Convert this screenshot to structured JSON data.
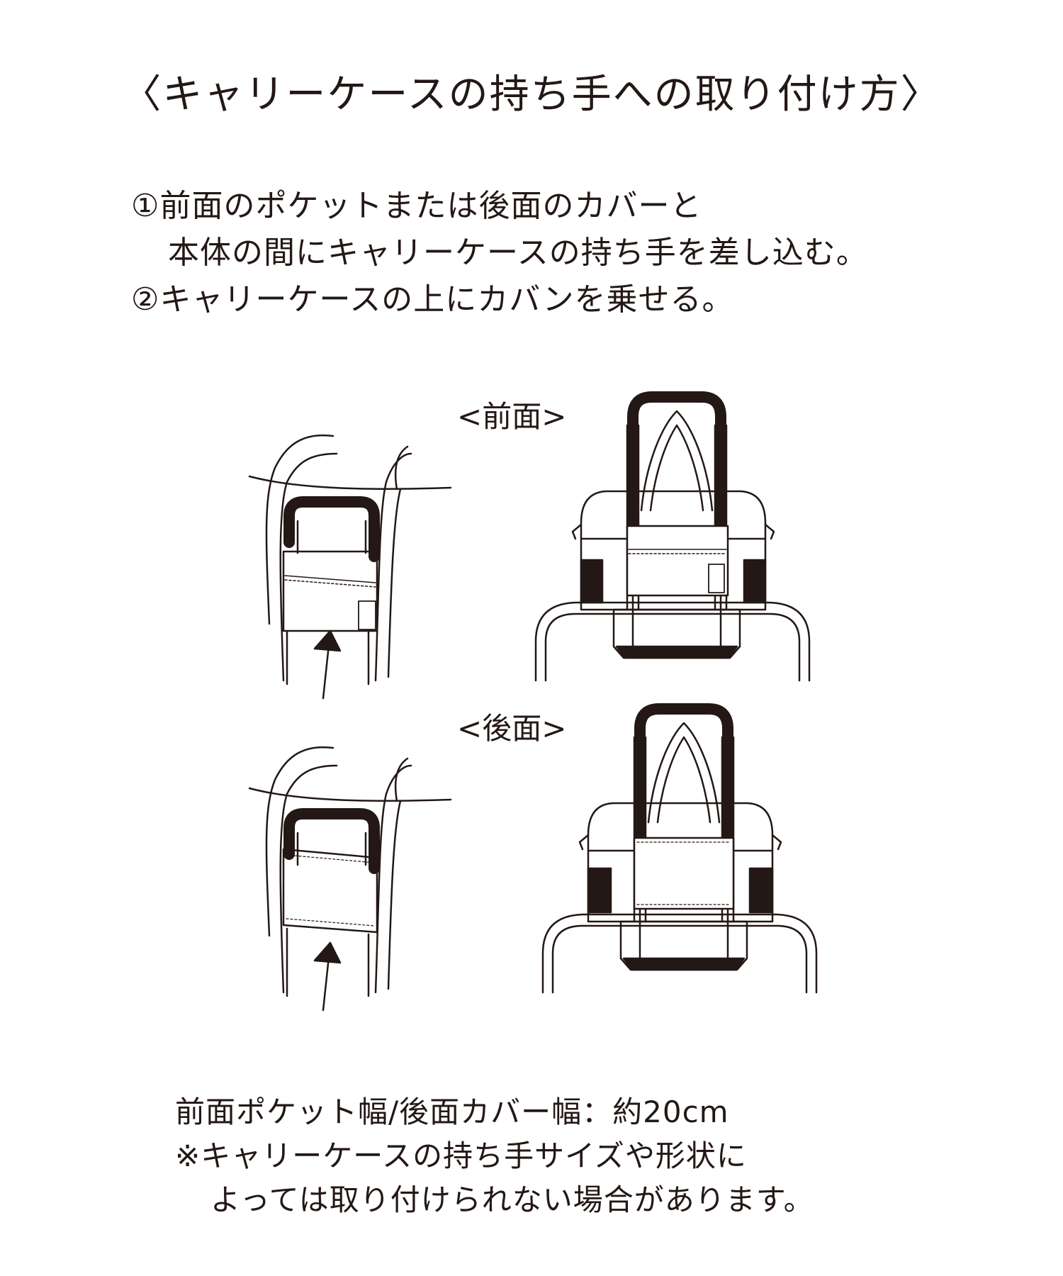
{
  "title": "〈キャリーケースの持ち手への取り付け方〉",
  "instructions": {
    "step1_line1": "①前面のポケットまたは後面のカバーと",
    "step1_line2": "本体の間にキャリーケースの持ち手を差し込む。",
    "step2": "②キャリーケースの上にカバンを乗せる。"
  },
  "views": {
    "front_label": "<前面>",
    "back_label": "<後面>"
  },
  "notes": {
    "width_spec": "前面ポケット幅/後面カバー幅：約20cm",
    "caution_line1": "※キャリーケースの持ち手サイズや形状に",
    "caution_line2": "よっては取り付けられない場合があります。"
  },
  "colors": {
    "ink": "#231815",
    "background": "#ffffff"
  }
}
